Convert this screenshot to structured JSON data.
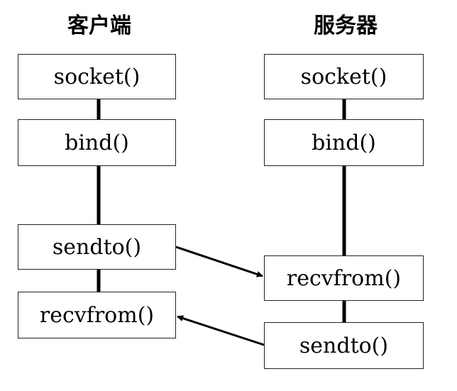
{
  "client": {
    "title": "客户端",
    "steps": [
      "socket()",
      "bind()",
      "sendto()",
      "recvfrom()"
    ]
  },
  "server": {
    "title": "服务器",
    "steps": [
      "socket()",
      "bind()",
      "recvfrom()",
      "sendto()"
    ]
  }
}
